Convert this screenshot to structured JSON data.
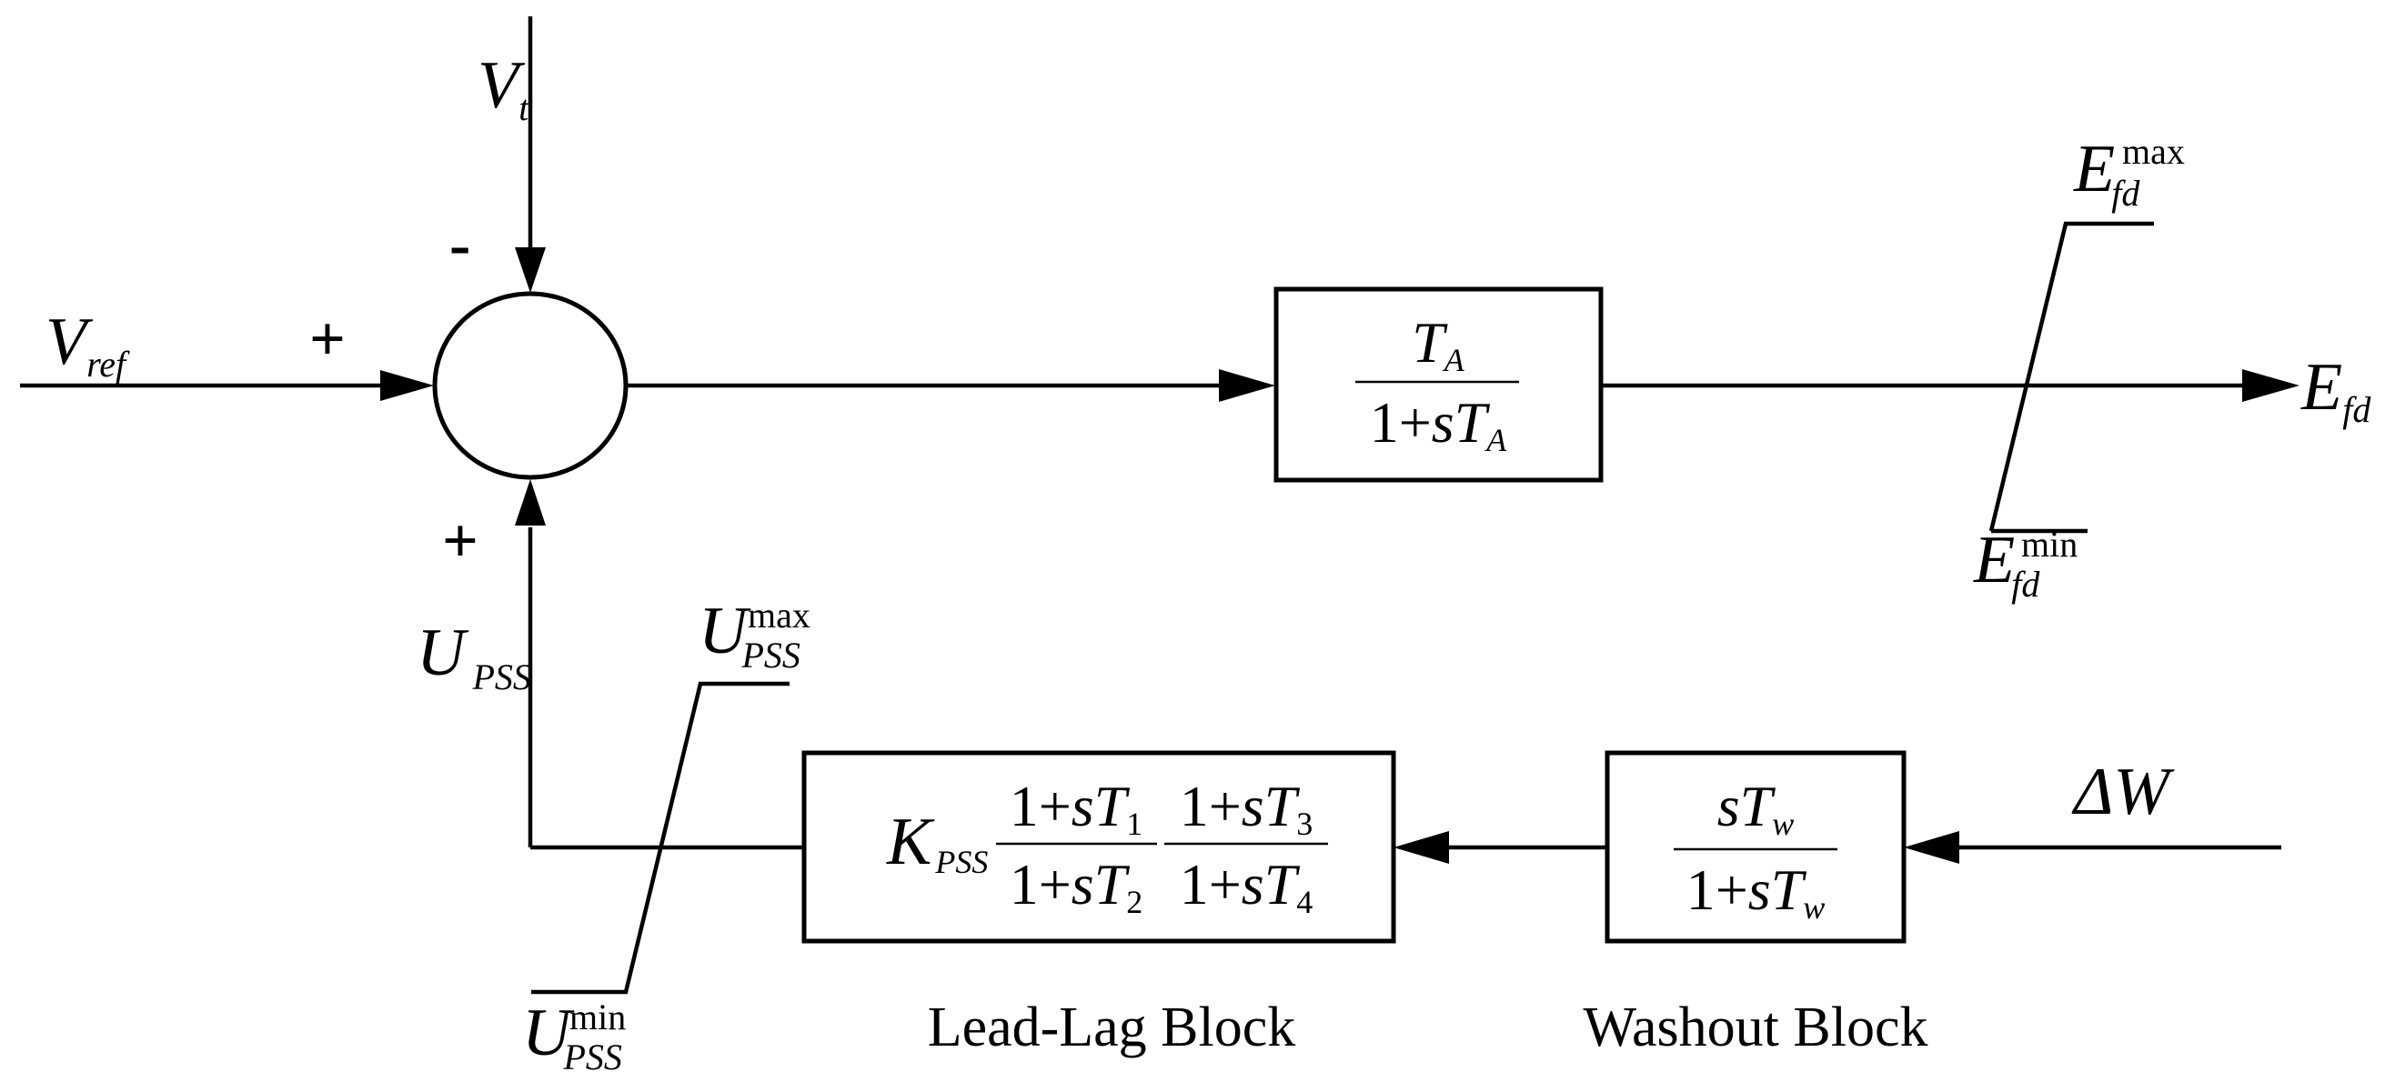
{
  "summing_junction": {
    "sign_top": "-",
    "sign_left": "+",
    "sign_bottom": "+"
  },
  "inputs": {
    "vt": {
      "main": "V",
      "sub": "t"
    },
    "vref": {
      "main": "V",
      "sub": "ref"
    },
    "delta_w": {
      "main": "ΔW"
    }
  },
  "exciter_block": {
    "num_main": "T",
    "num_sub": "A",
    "den_prefix": "1+",
    "den_s": "s",
    "den_main": "T",
    "den_sub": "A"
  },
  "output": {
    "main": "E",
    "sub": "fd"
  },
  "efd_limits": {
    "max": {
      "main": "E",
      "sub": "fd",
      "sup": "max"
    },
    "min": {
      "main": "E",
      "sub": "fd",
      "sup": "min"
    }
  },
  "upss": {
    "main": "U",
    "sub": "PSS"
  },
  "upss_limits": {
    "max": {
      "main": "U",
      "sub": "PSS",
      "sup": "max"
    },
    "min": {
      "main": "U",
      "sub": "PSS",
      "sup": "min"
    }
  },
  "lead_lag_block": {
    "gain_main": "K",
    "gain_sub": "PSS",
    "frac1": {
      "num_prefix": "1+",
      "num_s": "s",
      "num_main": "T",
      "num_sub": "1",
      "den_prefix": "1+",
      "den_s": "s",
      "den_main": "T",
      "den_sub": "2"
    },
    "frac2": {
      "num_prefix": "1+",
      "num_s": "s",
      "num_main": "T",
      "num_sub": "3",
      "den_prefix": "1+",
      "den_s": "s",
      "den_main": "T",
      "den_sub": "4"
    },
    "caption": "Lead-Lag Block"
  },
  "washout_block": {
    "num_s": "s",
    "num_main": "T",
    "num_sub": "w",
    "den_prefix": "1+",
    "den_s": "s",
    "den_main": "T",
    "den_sub": "w",
    "caption": "Washout Block"
  }
}
